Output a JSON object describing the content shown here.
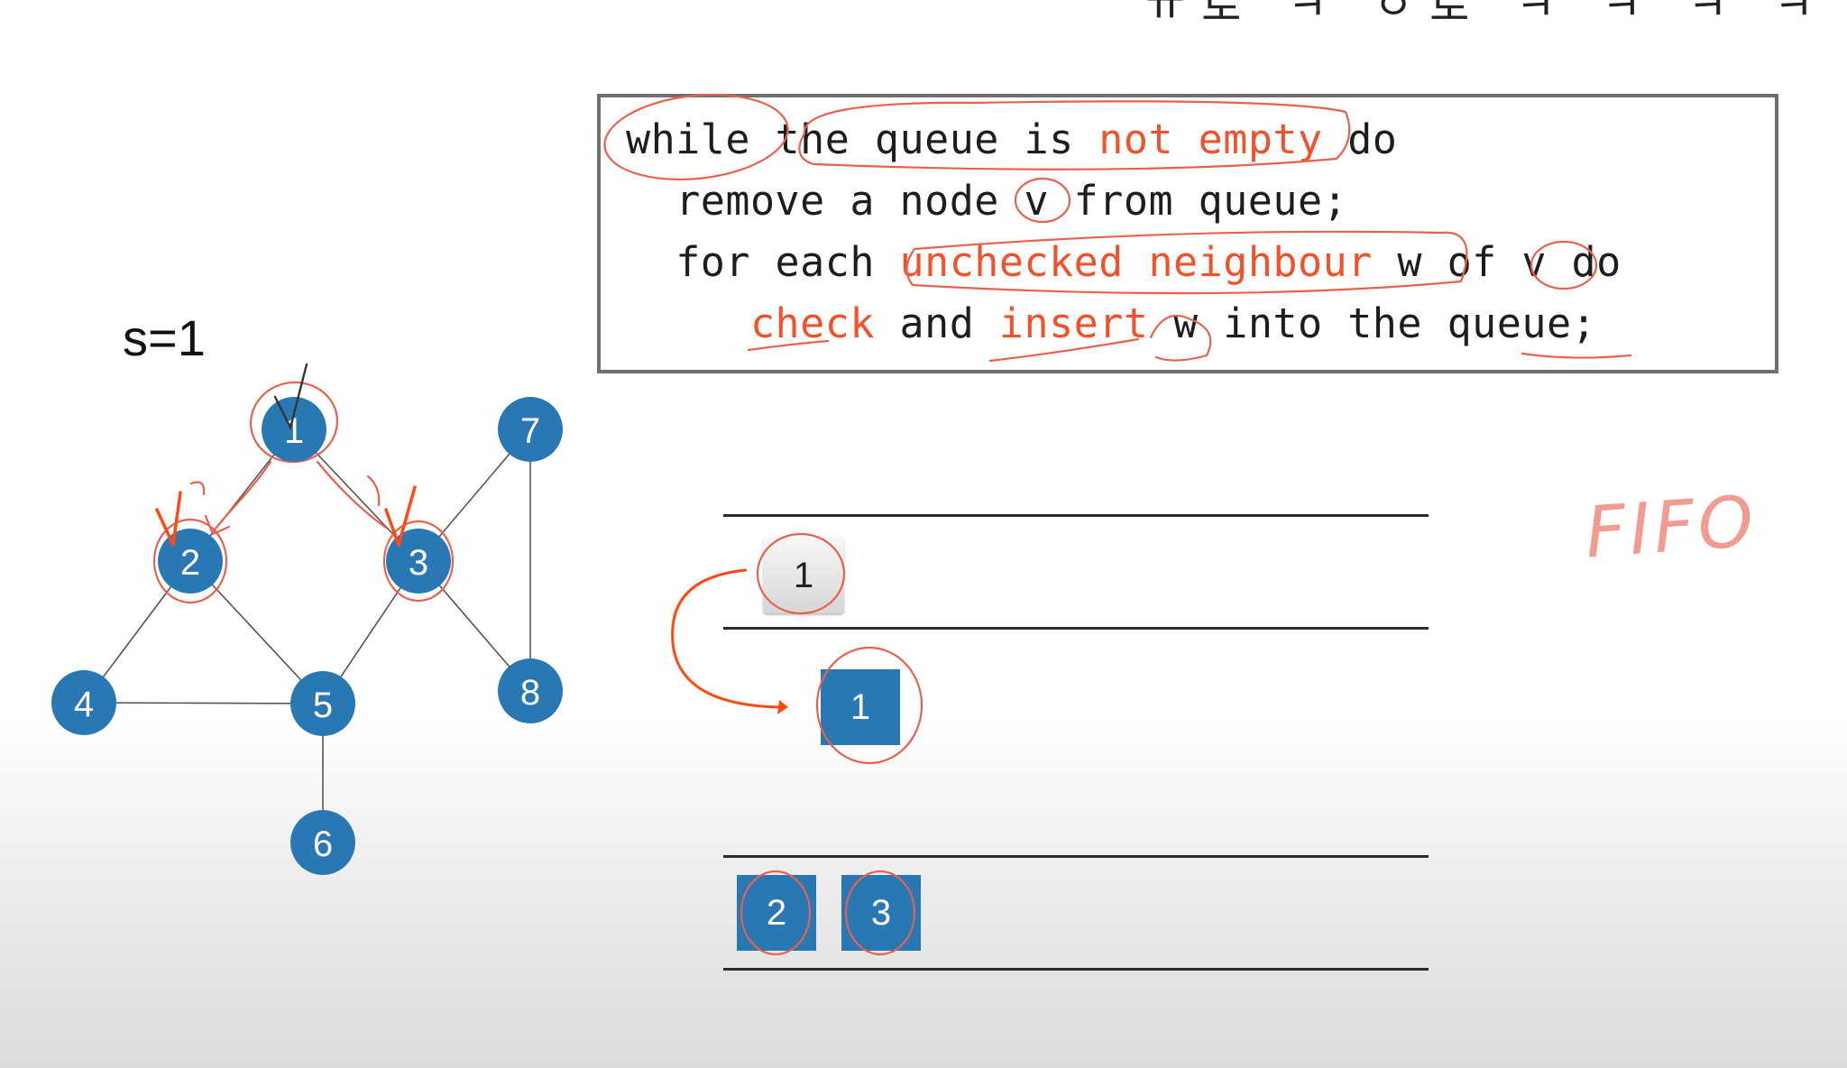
{
  "slide": {
    "top_title_fragment": "ㅠ로 ㅋ ㅇ로 ㅋ ㅋ ㅋ ㅋ",
    "source_label": "s=1",
    "fifo_annotation": "FIFO"
  },
  "code": {
    "line1": {
      "kw1": "while",
      "t1": " the queue is ",
      "red1": "not empty",
      "t2": " do"
    },
    "line2": {
      "indent": "  ",
      "t1": "remove a node v from queue;"
    },
    "line3": {
      "indent": "  ",
      "t1": "for each ",
      "red1": "unchecked neighbour",
      "t2": " w of v do"
    },
    "line4": {
      "indent": "     ",
      "red1": "check",
      "t1": " and ",
      "red2": "insert",
      "t2": " w into the queue;"
    }
  },
  "graph": {
    "nodes": [
      {
        "id": "1",
        "label": "1"
      },
      {
        "id": "2",
        "label": "2"
      },
      {
        "id": "3",
        "label": "3"
      },
      {
        "id": "4",
        "label": "4"
      },
      {
        "id": "5",
        "label": "5"
      },
      {
        "id": "6",
        "label": "6"
      },
      {
        "id": "7",
        "label": "7"
      },
      {
        "id": "8",
        "label": "8"
      }
    ],
    "edges": [
      [
        "1",
        "2"
      ],
      [
        "1",
        "3"
      ],
      [
        "2",
        "4"
      ],
      [
        "2",
        "5"
      ],
      [
        "4",
        "5"
      ],
      [
        "3",
        "5"
      ],
      [
        "3",
        "7"
      ],
      [
        "3",
        "8"
      ],
      [
        "7",
        "8"
      ],
      [
        "5",
        "6"
      ]
    ],
    "checked_marks": [
      "1",
      "2",
      "3"
    ]
  },
  "queue": {
    "front_item": "1",
    "removed_item": "1",
    "items": [
      "2",
      "3"
    ]
  },
  "colors": {
    "node_fill": "#2a78b3",
    "highlight_red": "#f0522b",
    "ink_red": "#e8614f",
    "box_border": "#6f6f6f"
  }
}
